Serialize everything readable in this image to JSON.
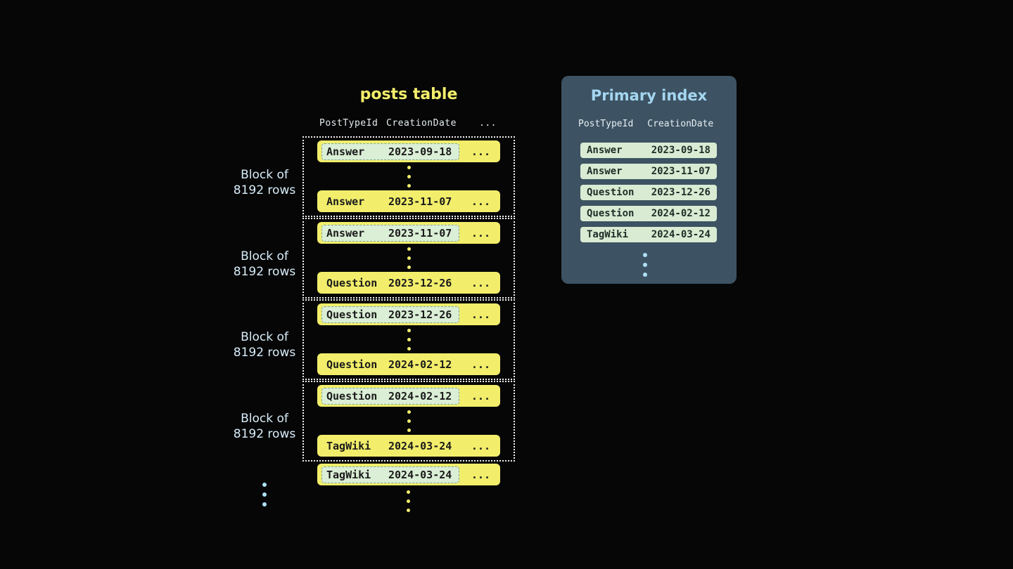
{
  "posts_table": {
    "title": "posts table",
    "columns": [
      "PostTypeId",
      "CreationDate",
      "..."
    ],
    "ellipsis": "...",
    "blocks": [
      {
        "label_line1": "Block of",
        "label_line2": "8192 rows",
        "first_row": {
          "post_type": "Answer",
          "creation_date": "2023-09-18"
        },
        "last_row": {
          "post_type": "Answer",
          "creation_date": "2023-11-07"
        }
      },
      {
        "label_line1": "Block of",
        "label_line2": "8192 rows",
        "first_row": {
          "post_type": "Answer",
          "creation_date": "2023-11-07"
        },
        "last_row": {
          "post_type": "Question",
          "creation_date": "2023-12-26"
        }
      },
      {
        "label_line1": "Block of",
        "label_line2": "8192 rows",
        "first_row": {
          "post_type": "Question",
          "creation_date": "2023-12-26"
        },
        "last_row": {
          "post_type": "Question",
          "creation_date": "2024-02-12"
        }
      },
      {
        "label_line1": "Block of",
        "label_line2": "8192 rows",
        "first_row": {
          "post_type": "Question",
          "creation_date": "2024-02-12"
        },
        "last_row": {
          "post_type": "TagWiki",
          "creation_date": "2024-03-24"
        }
      }
    ],
    "overflow_row": {
      "post_type": "TagWiki",
      "creation_date": "2024-03-24"
    }
  },
  "primary_index": {
    "title": "Primary index",
    "columns": [
      "PostTypeId",
      "CreationDate"
    ],
    "rows": [
      {
        "post_type": "Answer",
        "creation_date": "2023-09-18"
      },
      {
        "post_type": "Answer",
        "creation_date": "2023-11-07"
      },
      {
        "post_type": "Question",
        "creation_date": "2023-12-26"
      },
      {
        "post_type": "Question",
        "creation_date": "2024-02-12"
      },
      {
        "post_type": "TagWiki",
        "creation_date": "2024-03-24"
      }
    ]
  },
  "colors": {
    "background": "#060606",
    "row_yellow": "#f2ee6b",
    "highlight_green": "#dbeed6",
    "index_panel": "#3d5363",
    "index_row_green": "#d9ecd3",
    "title_yellow": "#f2ee6b",
    "title_blue": "#a5d6f1",
    "label_blue": "#d8edfa",
    "dots_blue": "#aee0f5",
    "block_border": "#f2f2f2"
  }
}
